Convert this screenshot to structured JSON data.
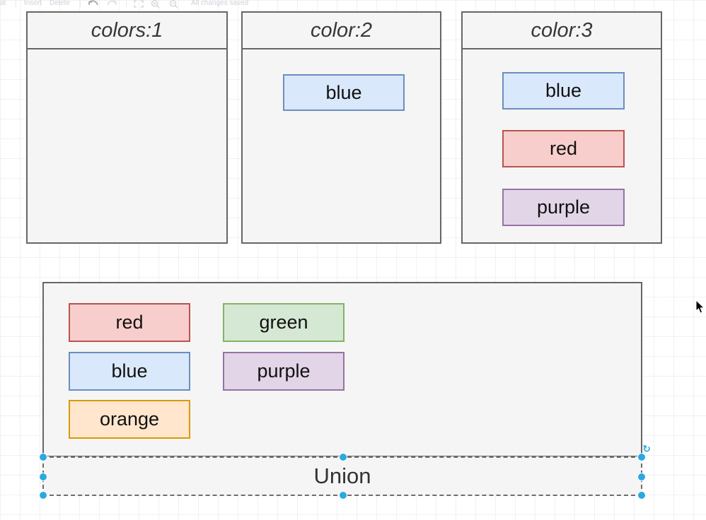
{
  "toolbar": {
    "format_label": "at",
    "insert_label": "Insert",
    "delete_label": "Delete",
    "status": "All changes saved",
    "icons": [
      "undo-icon",
      "redo-icon",
      "fit-page-icon",
      "zoom-in-icon",
      "zoom-out-icon"
    ]
  },
  "palette": {
    "container_fill": "#f5f5f5",
    "container_stroke": "#666666",
    "selection_handle": "#29a9e1",
    "blue": {
      "fill": "#dae8fc",
      "stroke": "#6c8ebf"
    },
    "red": {
      "fill": "#f8cecc",
      "stroke": "#b85450"
    },
    "purple": {
      "fill": "#e1d5e7",
      "stroke": "#9673a6"
    },
    "green": {
      "fill": "#d5e8d4",
      "stroke": "#82b366"
    },
    "orange": {
      "fill": "#ffe6cc",
      "stroke": "#d79b00"
    }
  },
  "lists": [
    {
      "title": "colors:1",
      "tags": []
    },
    {
      "title": "color:2",
      "tags": [
        {
          "label": "blue",
          "color": "blue"
        }
      ]
    },
    {
      "title": "color:3",
      "tags": [
        {
          "label": "blue",
          "color": "blue"
        },
        {
          "label": "red",
          "color": "red"
        },
        {
          "label": "purple",
          "color": "purple"
        }
      ]
    }
  ],
  "union_box": {
    "tags": [
      {
        "label": "red",
        "color": "red"
      },
      {
        "label": "green",
        "color": "green"
      },
      {
        "label": "blue",
        "color": "blue"
      },
      {
        "label": "purple",
        "color": "purple"
      },
      {
        "label": "orange",
        "color": "orange"
      }
    ],
    "title": "Union"
  }
}
